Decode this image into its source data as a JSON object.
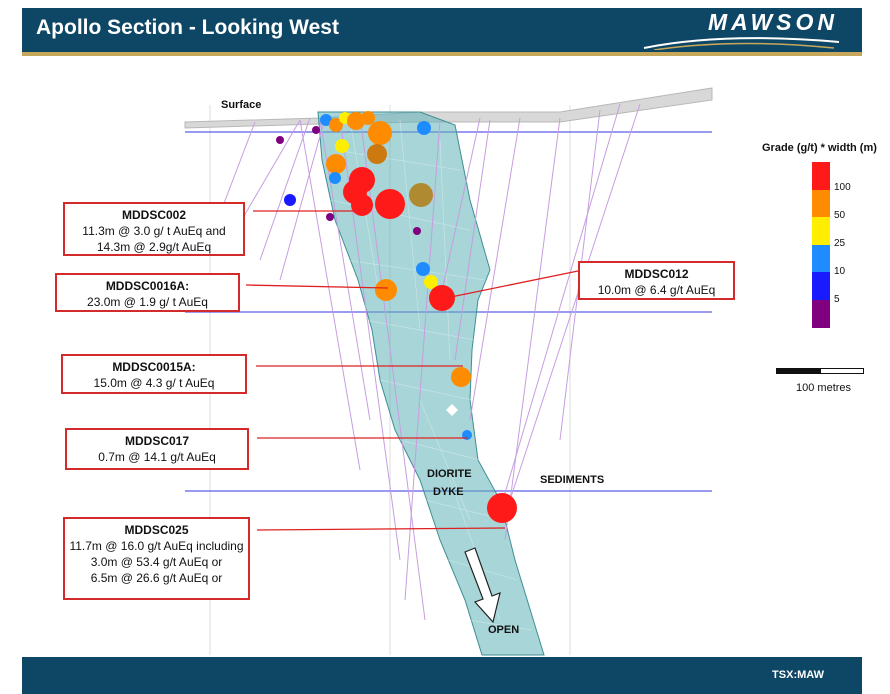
{
  "header": {
    "title": "Apollo Section - Looking West",
    "logo_text": "MAWSON"
  },
  "footer": {
    "ticker": "TSX:MAW"
  },
  "labels": {
    "surface": "Surface",
    "diorite": "DIORITE",
    "dyke": "DYKE",
    "sediments": "SEDIMENTS",
    "open": "OPEN"
  },
  "callouts": [
    {
      "hole": "MDDSC002",
      "lines": [
        "11.3m @ 3.0 g/ t AuEq and",
        "14.3m @ 2.9g/t AuEq"
      ]
    },
    {
      "hole": "MDDSC0016A:",
      "lines": [
        "23.0m @ 1.9 g/ t AuEq"
      ]
    },
    {
      "hole": "MDDSC0015A:",
      "lines": [
        "15.0m @ 4.3 g/ t AuEq"
      ]
    },
    {
      "hole": "MDDSC017",
      "lines": [
        "0.7m @ 14.1 g/t AuEq"
      ]
    },
    {
      "hole": "MDDSC025",
      "lines": [
        "11.7m @ 16.0 g/t AuEq including",
        "3.0m @ 53.4 g/t AuEq or",
        "6.5m @ 26.6 g/t AuEq or"
      ]
    },
    {
      "hole": "MDDSC012",
      "lines": [
        "10.0m @ 6.4 g/t AuEq"
      ]
    }
  ],
  "legend": {
    "title": "Grade (g/t) * width (m)",
    "ticks": [
      "100",
      "50",
      "25",
      "10",
      "5"
    ],
    "colors": [
      "#ff1a1a",
      "#ff8c00",
      "#ffee00",
      "#1e8cff",
      "#1a1aff",
      "#800080"
    ]
  },
  "scale": {
    "label": "100 metres"
  },
  "colors": {
    "header": "#0e4666",
    "accent": "#c7a85a",
    "callout_border": "#d42a2a",
    "dyke": "#5fb3b8",
    "drill_trace": "#c79ee0"
  }
}
